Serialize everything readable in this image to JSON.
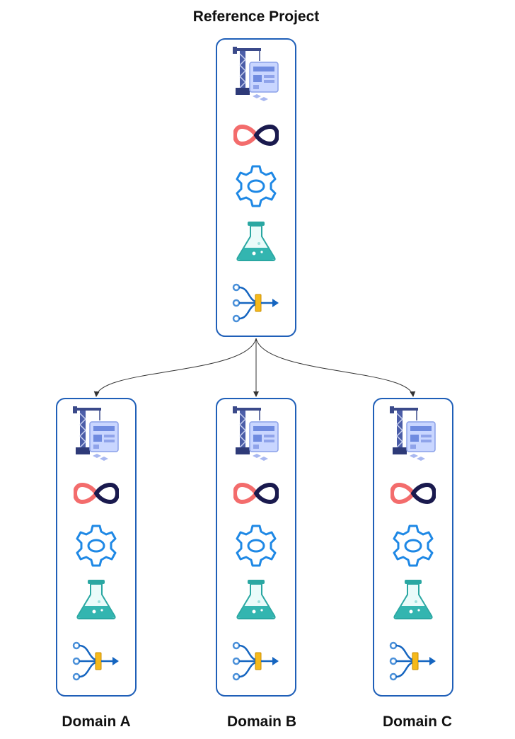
{
  "title": "Reference Project",
  "domains": [
    "Domain A",
    "Domain B",
    "Domain C"
  ],
  "card_icons": [
    "crane-build-icon",
    "infinity-devops-icon",
    "gear-icon",
    "flask-icon",
    "pipeline-icon"
  ],
  "colors": {
    "card_border": "#1f5fb8",
    "arrow": "#333333",
    "gear": "#1e88e5",
    "flask": "#33b5b0",
    "infinity_left": "#f36c6c",
    "infinity_right": "#1a1a4e",
    "pipeline": "#1565c0",
    "pipeline_accent": "#f5b91b"
  }
}
